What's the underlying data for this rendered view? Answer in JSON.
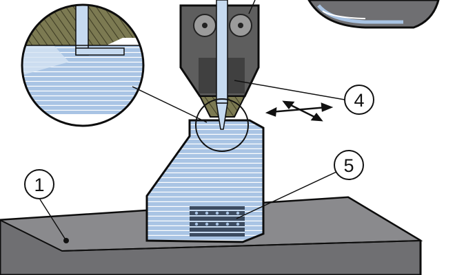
{
  "callouts": [
    {
      "id": "1",
      "label": "1"
    },
    {
      "id": "4",
      "label": "4"
    },
    {
      "id": "5",
      "label": "5"
    }
  ],
  "colors": {
    "build_plate": "#6f6f72",
    "build_plate_top": "#8a8a8d",
    "part_layers": "#a9c4e4",
    "part_layer_lines": "#ffffff",
    "nozzle_block": "#5e5e5e",
    "nozzle_tip": "#7c7a52",
    "nozzle_channel": "#c6daf0",
    "outline": "#0d0d0d"
  },
  "icons": [
    "print-head-icon",
    "build-plate-icon",
    "printed-part-icon",
    "magnifier-detail-icon",
    "xy-motion-arrows-icon"
  ]
}
